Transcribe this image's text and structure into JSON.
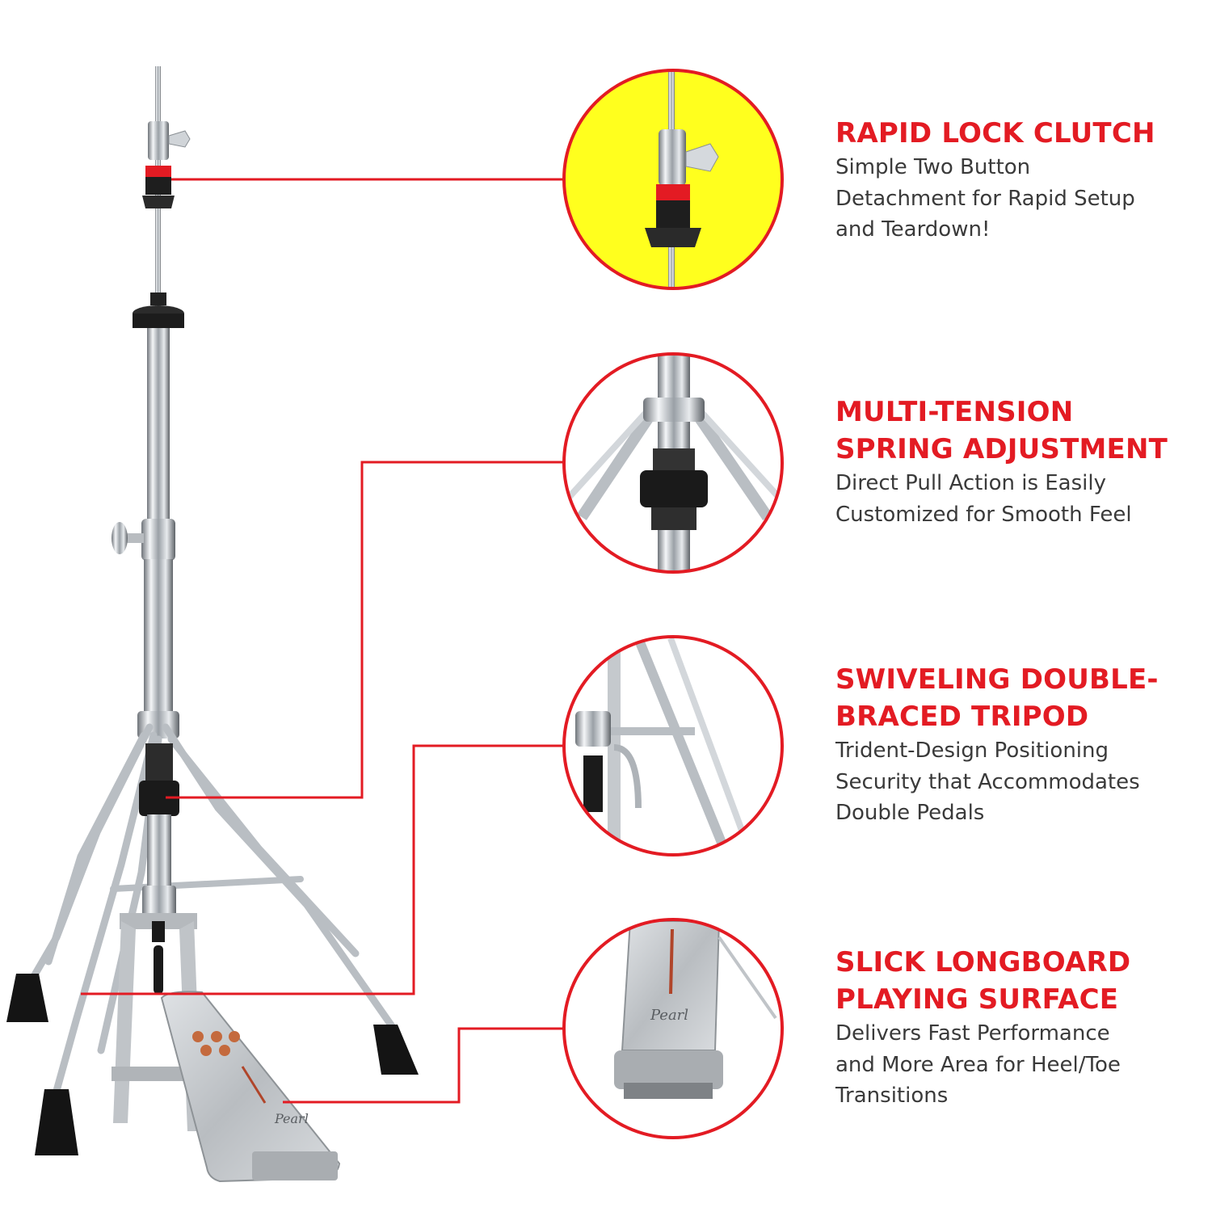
{
  "colors": {
    "accent": "#e31b23",
    "highlight": "#ffff1e",
    "chrome": "#c9cdd1",
    "rubber": "#1b1b1b",
    "text": "#3a3a3a"
  },
  "features": [
    {
      "title_lines": [
        "RAPID LOCK CLUTCH"
      ],
      "desc_lines": [
        "Simple Two Button",
        "Detachment for Rapid Setup",
        "and Teardown!"
      ]
    },
    {
      "title_lines": [
        "MULTI-TENSION",
        "SPRING ADJUSTMENT"
      ],
      "desc_lines": [
        "Direct Pull Action is Easily",
        "Customized for Smooth Feel"
      ]
    },
    {
      "title_lines": [
        "SWIVELING DOUBLE-",
        "BRACED TRIPOD"
      ],
      "desc_lines": [
        "Trident-Design Positioning",
        "Security that Accommodates",
        "Double Pedals"
      ]
    },
    {
      "title_lines": [
        "SLICK LONGBOARD",
        "PLAYING SURFACE"
      ],
      "desc_lines": [
        "Delivers Fast Performance",
        "and More Area for Heel/Toe",
        "Transitions"
      ]
    }
  ],
  "brand": {
    "logo_text": "Pearl"
  }
}
